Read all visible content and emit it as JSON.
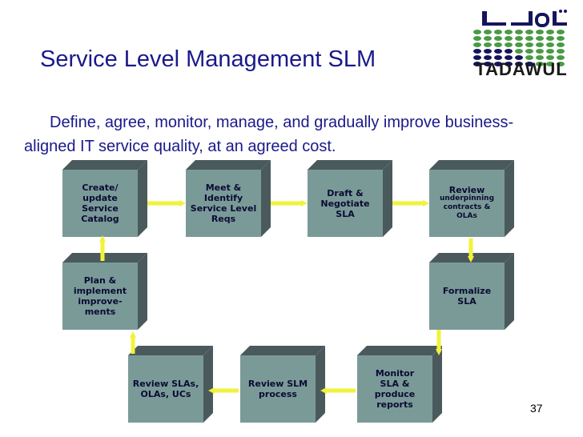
{
  "slide": {
    "title": "Service Level Management SLM",
    "subtitle": "Define, agree, monitor, manage, and gradually improve business-aligned IT service quality, at an agreed cost.",
    "page_number": "37"
  },
  "logo": {
    "arabic_text": "تـــداول",
    "latin_text": "TADAWUL",
    "colors": {
      "green": "#4a9a45",
      "navy": "#15155c"
    }
  },
  "diagram": {
    "colors": {
      "box_front": "#7a9a98",
      "box_side": "#4a5a5c",
      "arrow": "#f2f23a",
      "text": "#0b0b33"
    },
    "boxes": [
      {
        "id": "create",
        "label": "Create/\nupdate\nService\nCatalog"
      },
      {
        "id": "meet",
        "label": "Meet &\nIdentify\nService Level\nReqs"
      },
      {
        "id": "draft",
        "label": "Draft &\nNegotiate\nSLA"
      },
      {
        "id": "review",
        "title": "Review",
        "label": "underpinning\ncontracts &\nOLAs"
      },
      {
        "id": "formalize",
        "label": "Formalize\nSLA"
      },
      {
        "id": "monitor",
        "label": "Monitor\nSLA &\nproduce\nreports"
      },
      {
        "id": "reviewslm",
        "label": "Review SLM\nprocess"
      },
      {
        "id": "reviewslas",
        "label": "Review SLAs,\nOLAs, UCs"
      },
      {
        "id": "plan",
        "label": "Plan &\nimplement\nimprove-\nments"
      }
    ]
  }
}
